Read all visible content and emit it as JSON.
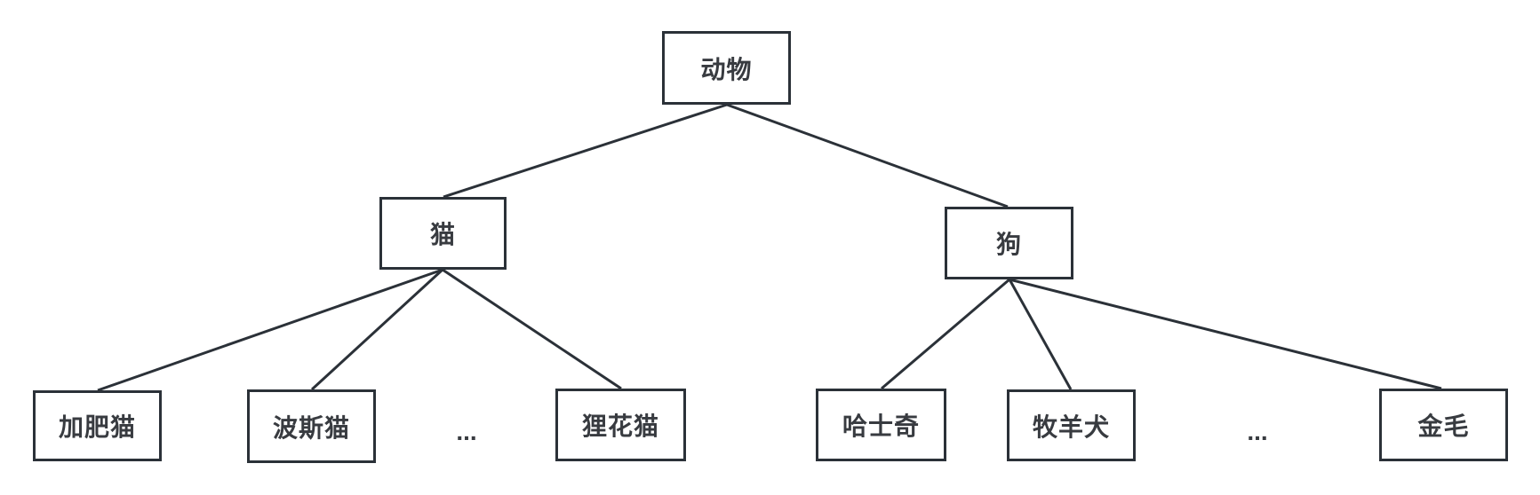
{
  "diagram": {
    "type": "tree",
    "description_lang": "zh",
    "nodes": {
      "animal": {
        "label": "动物"
      },
      "cat": {
        "label": "猫"
      },
      "dog": {
        "label": "狗"
      },
      "fat_cat": {
        "label": "加肥猫"
      },
      "persian": {
        "label": "波斯猫"
      },
      "cat_more": {
        "label": "..."
      },
      "lihua": {
        "label": "狸花猫"
      },
      "husky": {
        "label": "哈士奇"
      },
      "shepherd": {
        "label": "牧羊犬"
      },
      "dog_more": {
        "label": "..."
      },
      "golden": {
        "label": "金毛"
      }
    },
    "edges": [
      {
        "from": "动物",
        "to": "猫"
      },
      {
        "from": "动物",
        "to": "狗"
      },
      {
        "from": "猫",
        "to": "加肥猫"
      },
      {
        "from": "猫",
        "to": "波斯猫"
      },
      {
        "from": "猫",
        "to": "狸花猫"
      },
      {
        "from": "狗",
        "to": "哈士奇"
      },
      {
        "from": "狗",
        "to": "牧羊犬"
      },
      {
        "from": "狗",
        "to": "金毛"
      }
    ],
    "colors": {
      "border": "#2b3138",
      "line": "#2b3138",
      "text": "#383b40",
      "node_fill": "#ffffff",
      "background": "#ffffff"
    }
  }
}
